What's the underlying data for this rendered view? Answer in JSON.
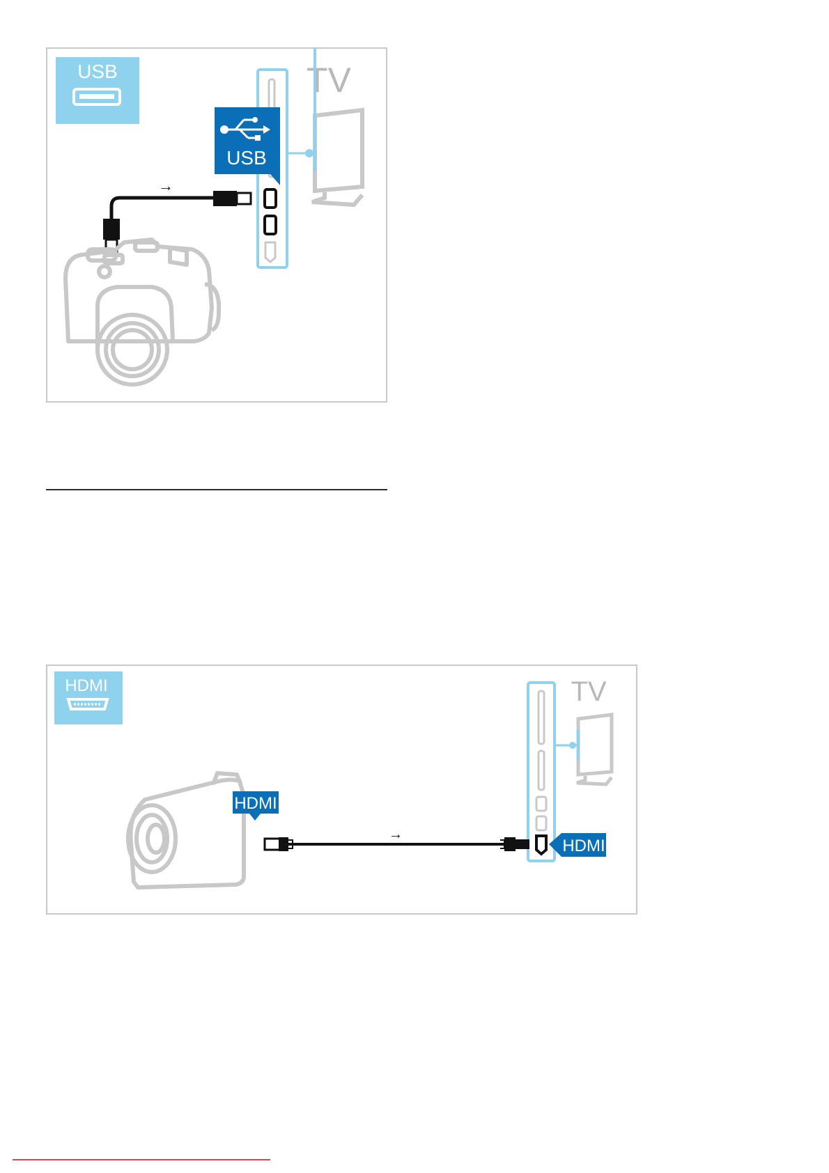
{
  "usb_diagram": {
    "badge_label": "USB",
    "tv_label": "TV",
    "port_tag_label": "USB",
    "flow_arrow": "→"
  },
  "hdmi_diagram": {
    "badge_label": "HDMI",
    "tv_label": "TV",
    "camera_tag_label": "HDMI",
    "port_tag_label": "HDMI",
    "flow_arrow": "→"
  },
  "colors": {
    "accent_light_blue": "#8ed2ee",
    "accent_dark_blue": "#0a6fb7",
    "outline_grey": "#c8c8c8",
    "ink": "#111111",
    "footer_line": "#e0404a"
  }
}
